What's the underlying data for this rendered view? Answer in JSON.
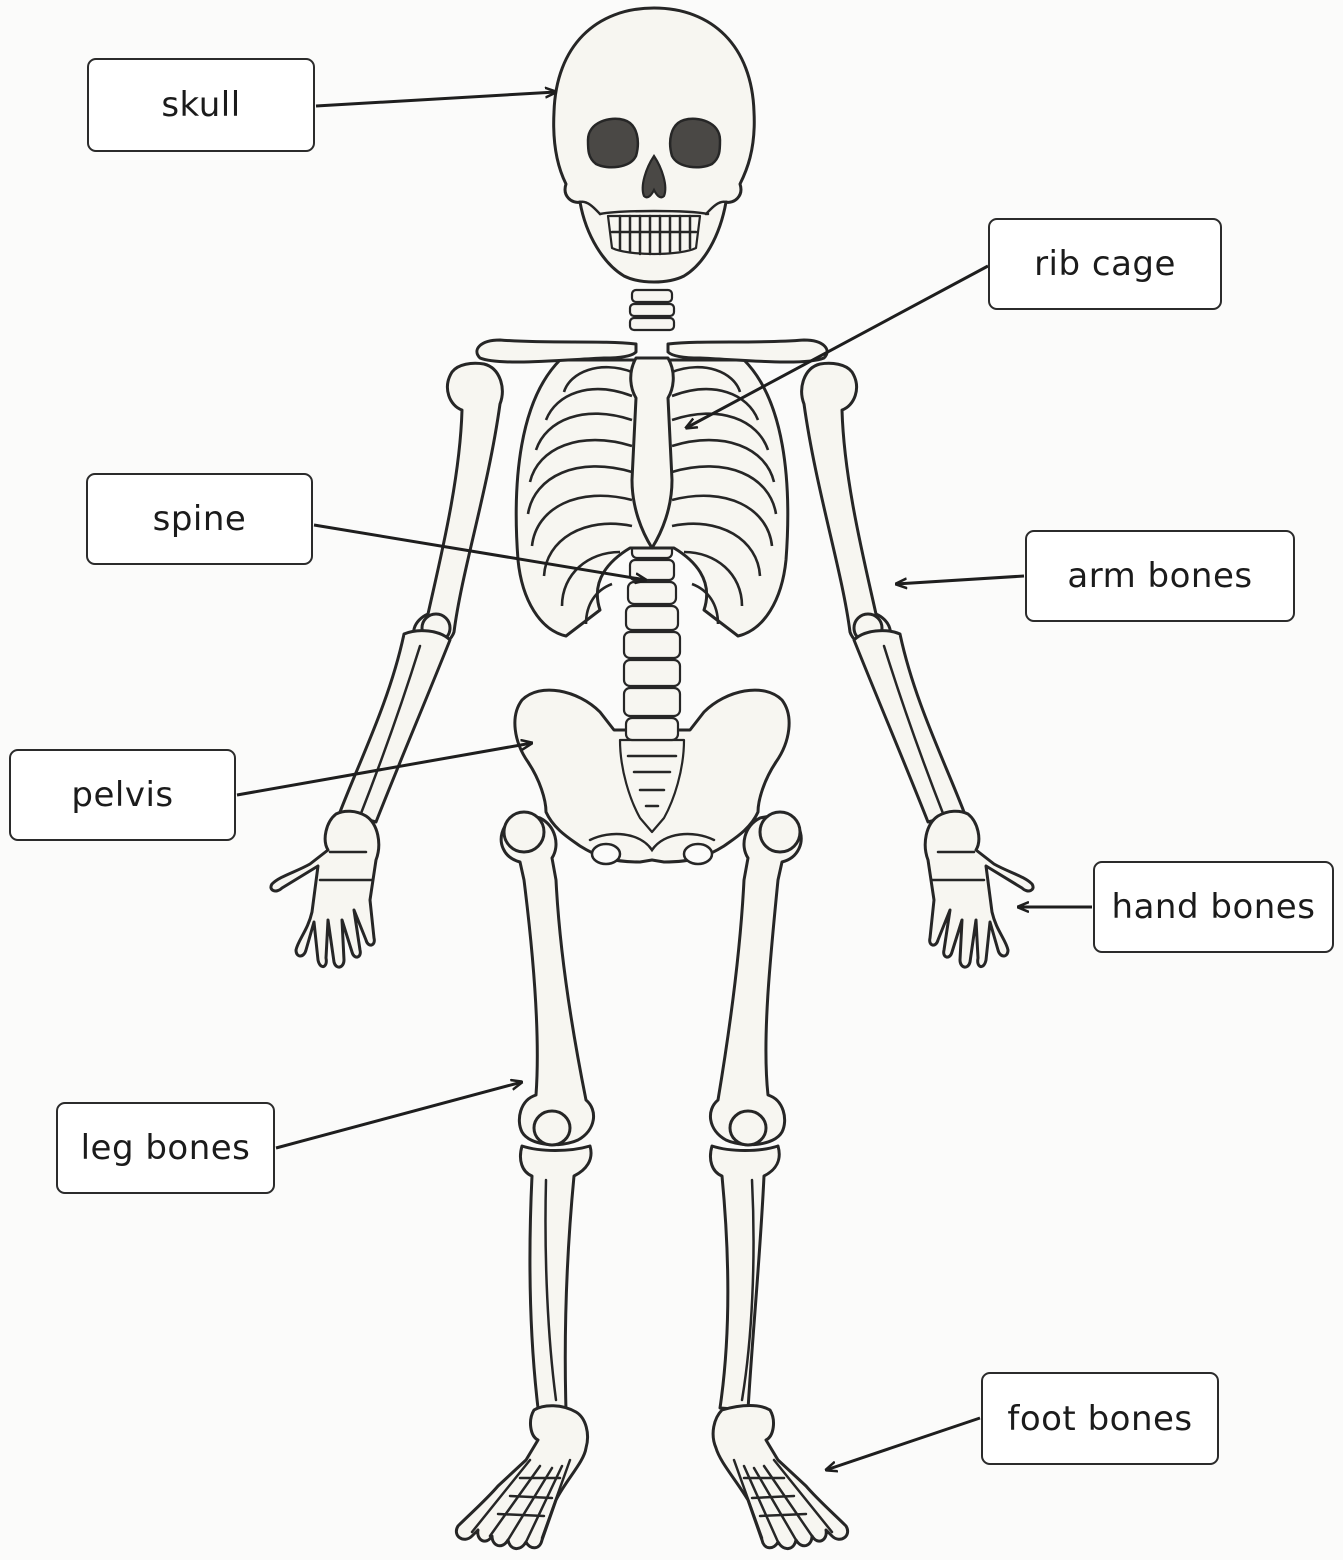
{
  "labels": {
    "skull": "skull",
    "rib_cage": "rib cage",
    "spine": "spine",
    "arm_bones": "arm bones",
    "pelvis": "pelvis",
    "hand_bones": "hand bones",
    "leg_bones": "leg bones",
    "foot_bones": "foot bones"
  },
  "colors": {
    "bone": "#f7f6f1",
    "outline": "#262626",
    "background": "#fbfbfa"
  }
}
